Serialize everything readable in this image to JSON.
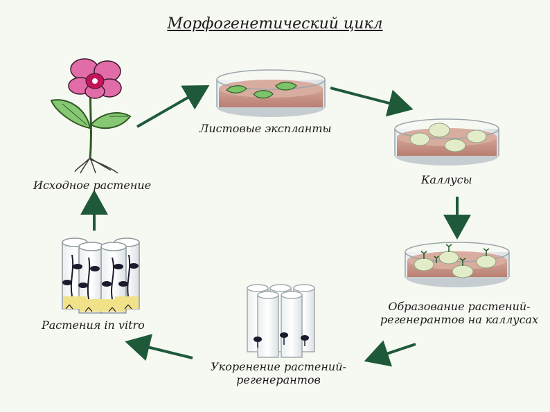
{
  "title": "Морфогенетический цикл",
  "stages": {
    "source_plant": "Исходное растение",
    "leaf_explants": "Листовые экспланты",
    "calluses": "Каллусы",
    "regenerants_line1": "Образование растений-",
    "regenerants_line2": "регенерантов на каллусах",
    "rooting_line1": "Укоренение растений-",
    "rooting_line2": "регенерантов",
    "in_vitro": "Растения in vitro"
  },
  "colors": {
    "arrow": "#1e5a3a",
    "medium": "#c9978a",
    "leaf": "#7cc36a",
    "callus": "#dfeacb",
    "petal": "#e06aa6",
    "agar": "#f1e28a"
  }
}
